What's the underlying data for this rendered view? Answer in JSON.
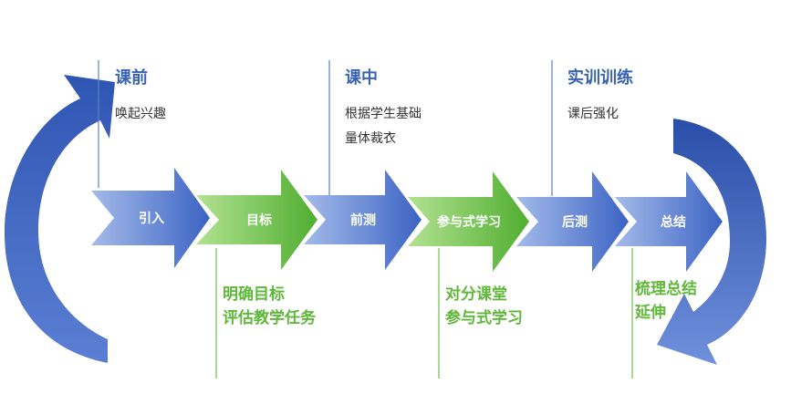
{
  "colors": {
    "blue_dark": "#3b63c4",
    "blue_light": "#9bb3e6",
    "green_dark": "#4fae2f",
    "green_light": "#a8dc86",
    "label_blue": "#3a62b5",
    "label_green": "#5fb83a"
  },
  "steps": [
    {
      "label": "引入",
      "color": "blue"
    },
    {
      "label": "目标",
      "color": "green"
    },
    {
      "label": "前测",
      "color": "blue"
    },
    {
      "label": "参与式学习",
      "color": "green"
    },
    {
      "label": "后测",
      "color": "blue"
    },
    {
      "label": "总结",
      "color": "blue"
    }
  ],
  "top_labels": [
    {
      "title": "课前",
      "lines": [
        "唤起兴趣"
      ]
    },
    {
      "title": "课中",
      "lines": [
        "根据学生基础",
        "量体裁衣"
      ]
    },
    {
      "title": "实训训练",
      "lines": [
        "课后强化"
      ]
    }
  ],
  "bottom_labels": [
    {
      "lines": [
        "明确目标",
        "评估教学任务"
      ]
    },
    {
      "lines": [
        "对分课堂",
        "参与式学习"
      ]
    },
    {
      "lines": [
        "梳理总结",
        "延伸"
      ]
    }
  ]
}
